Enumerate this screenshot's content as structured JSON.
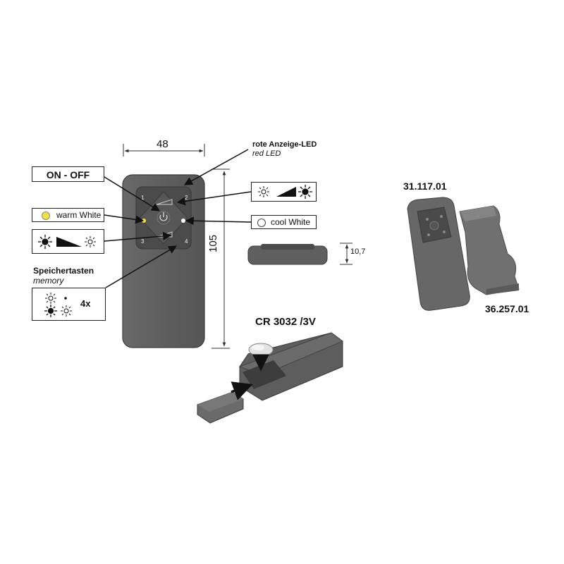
{
  "dimensions": {
    "width": "48",
    "height": "105",
    "thickness": "10,7"
  },
  "labels": {
    "red_led_de": "rote Anzeige-LED",
    "red_led_en": "red LED",
    "on_off": "ON - OFF",
    "warm_white": "warm White",
    "cool_white": "cool White",
    "memory_de": "Speichertasten",
    "memory_en": "memory",
    "memory_count": "4x",
    "battery": "CR 3032 /3V",
    "remote_article": "31.117.01",
    "holder_article": "36.257.01"
  },
  "buttons": {
    "numbers": [
      "1",
      "2",
      "3",
      "4"
    ]
  },
  "colors": {
    "remote_body": "#626262",
    "keypad": "#4b4b4b",
    "warm_led": "#f0e040",
    "cool_led": "#ffffff"
  },
  "icons": [
    "sun-small-icon",
    "sun-large-icon",
    "ramp-icon",
    "power-icon",
    "dot-icon"
  ]
}
